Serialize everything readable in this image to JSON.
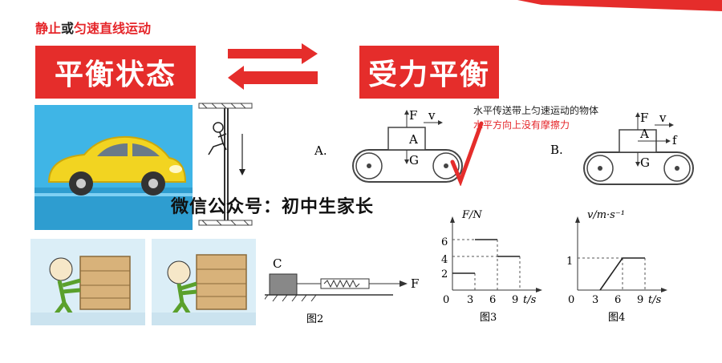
{
  "header": {
    "state_a": "静止",
    "or_word": "或",
    "state_b": "匀速直线运动"
  },
  "boxes": {
    "left_title": "平衡状态",
    "right_title": "受力平衡"
  },
  "notes": {
    "line1": "水平传送带上匀速运动的物体",
    "line2": "水平方向上没有摩擦力"
  },
  "watermark": "微信公众号：初中生家长",
  "belt": {
    "option_a": "A.",
    "option_b": "B.",
    "labels_a": [
      "F",
      "v",
      "A",
      "G"
    ],
    "labels_b": [
      "F",
      "v",
      "A",
      "f",
      "G"
    ]
  },
  "fig2": {
    "block_label": "C",
    "force_label": "F",
    "caption": "图2"
  },
  "fig3": {
    "ylabel": "F/N",
    "xlabel": "t/s",
    "yticks": [
      "6",
      "4",
      "2"
    ],
    "xticks": [
      "0",
      "3",
      "6",
      "9"
    ],
    "caption": "图3"
  },
  "fig4": {
    "ylabel": "v/m·s⁻¹",
    "xlabel": "t/s",
    "yticks": [
      "1"
    ],
    "xticks": [
      "0",
      "3",
      "6",
      "9"
    ],
    "caption": "图4"
  },
  "chart_data": [
    {
      "type": "line",
      "title": "图3",
      "xlabel": "t/s",
      "ylabel": "F/N",
      "x_ticks": [
        0,
        3,
        6,
        9
      ],
      "y_ticks": [
        2,
        4,
        6
      ],
      "series": [
        {
          "segments": [
            {
              "x": [
                0,
                3
              ],
              "y": [
                2,
                2
              ]
            },
            {
              "x": [
                3,
                6
              ],
              "y": [
                6,
                6
              ]
            },
            {
              "x": [
                6,
                9
              ],
              "y": [
                4,
                4
              ]
            }
          ]
        }
      ]
    },
    {
      "type": "line",
      "title": "图4",
      "xlabel": "t/s",
      "ylabel": "v/m·s⁻¹",
      "x_ticks": [
        0,
        3,
        6,
        9
      ],
      "y_ticks": [
        1
      ],
      "series": [
        {
          "x": [
            3,
            6,
            9
          ],
          "y": [
            0,
            1,
            1
          ]
        }
      ]
    }
  ],
  "colors": {
    "accent_red": "#e52d2b",
    "sky_blue": "#3fb5e6",
    "car_yellow": "#f2d421"
  }
}
